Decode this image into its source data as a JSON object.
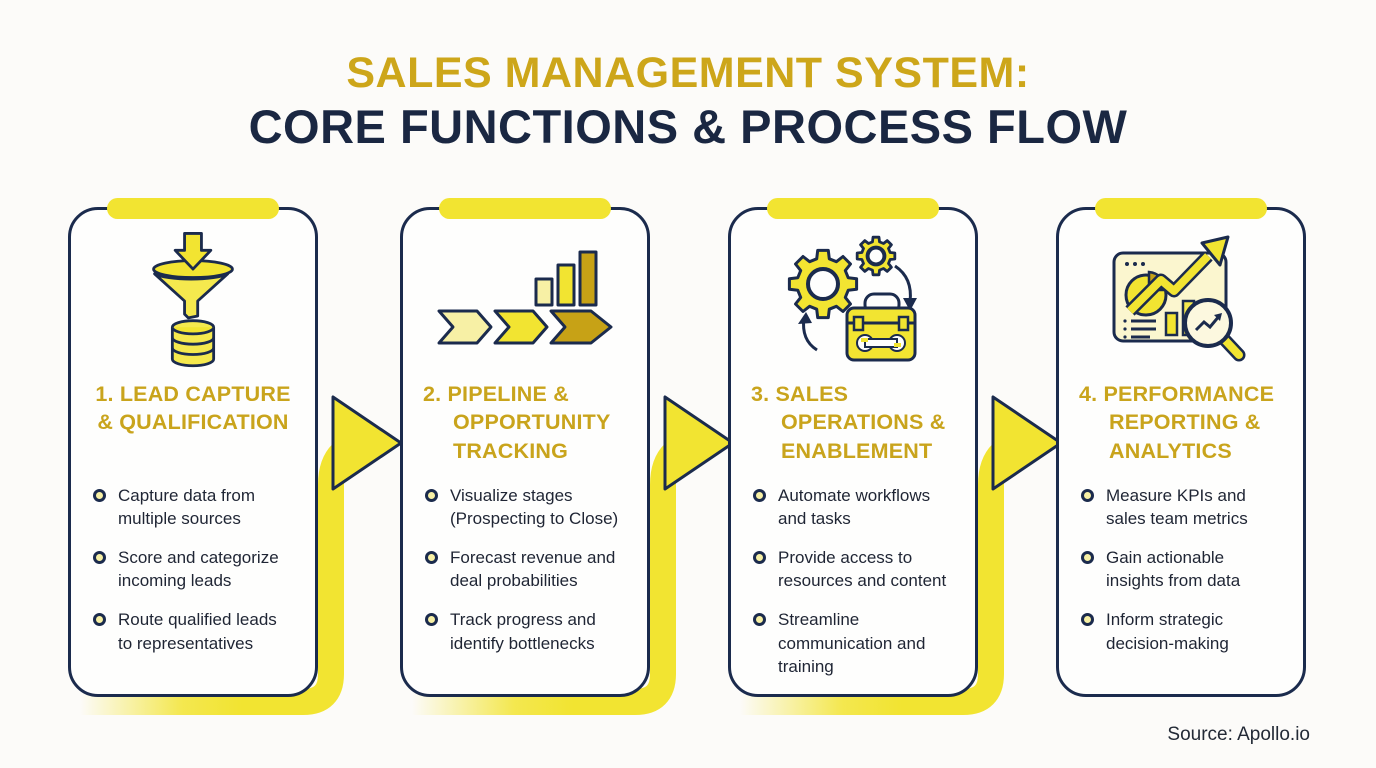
{
  "title": {
    "line1": "SALES MANAGEMENT SYSTEM:",
    "line2": "CORE FUNCTIONS & PROCESS FLOW"
  },
  "source": "Source: Apollo.io",
  "colors": {
    "background": "#FCFBF9",
    "navy": "#1B2B4D",
    "title_gold": "#CDA61A",
    "heading_gold": "#C9A41C",
    "bright_yellow": "#F2E431",
    "pale_yellow": "#F7F0A5",
    "dark_gold": "#C7A216"
  },
  "cards": [
    {
      "id": "lead-capture",
      "icon": "funnel-database-icon",
      "title": "1. LEAD CAPTURE\n& QUALIFICATION",
      "bullets": [
        "Capture data from\nmultiple sources",
        "Score and categorize\nincoming leads",
        "Route qualified leads\nto representatives"
      ]
    },
    {
      "id": "pipeline-tracking",
      "icon": "pipeline-chevrons-icon",
      "title": "2. PIPELINE &\nOPPORTUNITY\nTRACKING",
      "bullets": [
        "Visualize stages\n(Prospecting to Close)",
        "Forecast revenue and\ndeal probabilities",
        "Track progress and\nidentify bottlenecks"
      ]
    },
    {
      "id": "sales-operations",
      "icon": "gears-toolbox-icon",
      "title": "3. SALES\nOPERATIONS &\nENABLEMENT",
      "bullets": [
        "Automate workflows\nand tasks",
        "Provide access to\nresources and content",
        "Streamline\ncommunication and\ntraining"
      ]
    },
    {
      "id": "performance-analytics",
      "icon": "analytics-dashboard-icon",
      "title": "4. PERFORMANCE\nREPORTING &\nANALYTICS",
      "bullets": [
        "Measure KPIs and\nsales team metrics",
        "Gain actionable\ninsights from data",
        "Inform strategic\ndecision-making"
      ]
    }
  ]
}
